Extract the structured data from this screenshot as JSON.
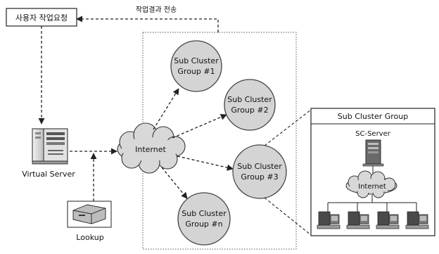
{
  "request_box": {
    "label": "사용자 작업요청"
  },
  "result_label": "작업결과 전송",
  "virtual_server": {
    "label": "Virtual Server",
    "icon": "server-icon"
  },
  "lookup": {
    "label": "Lookup",
    "icon": "lookup-device-icon"
  },
  "internet_main": {
    "label": "Internet",
    "icon": "cloud-icon"
  },
  "groups": [
    {
      "line1": "Sub Cluster",
      "line2": "Group #1"
    },
    {
      "line1": "Sub Cluster",
      "line2": "Group #2"
    },
    {
      "line1": "Sub Cluster",
      "line2": "Group #3"
    },
    {
      "line1": "Sub Cluster",
      "line2": "Group #n"
    }
  ],
  "detail_panel": {
    "title": "Sub Cluster Group",
    "server_label": "SC-Server",
    "internet_label": "Internet",
    "workstation_count": 4
  },
  "colors": {
    "node_fill": "#d4d4d4",
    "node_stroke": "#444444",
    "line": "#222222"
  }
}
